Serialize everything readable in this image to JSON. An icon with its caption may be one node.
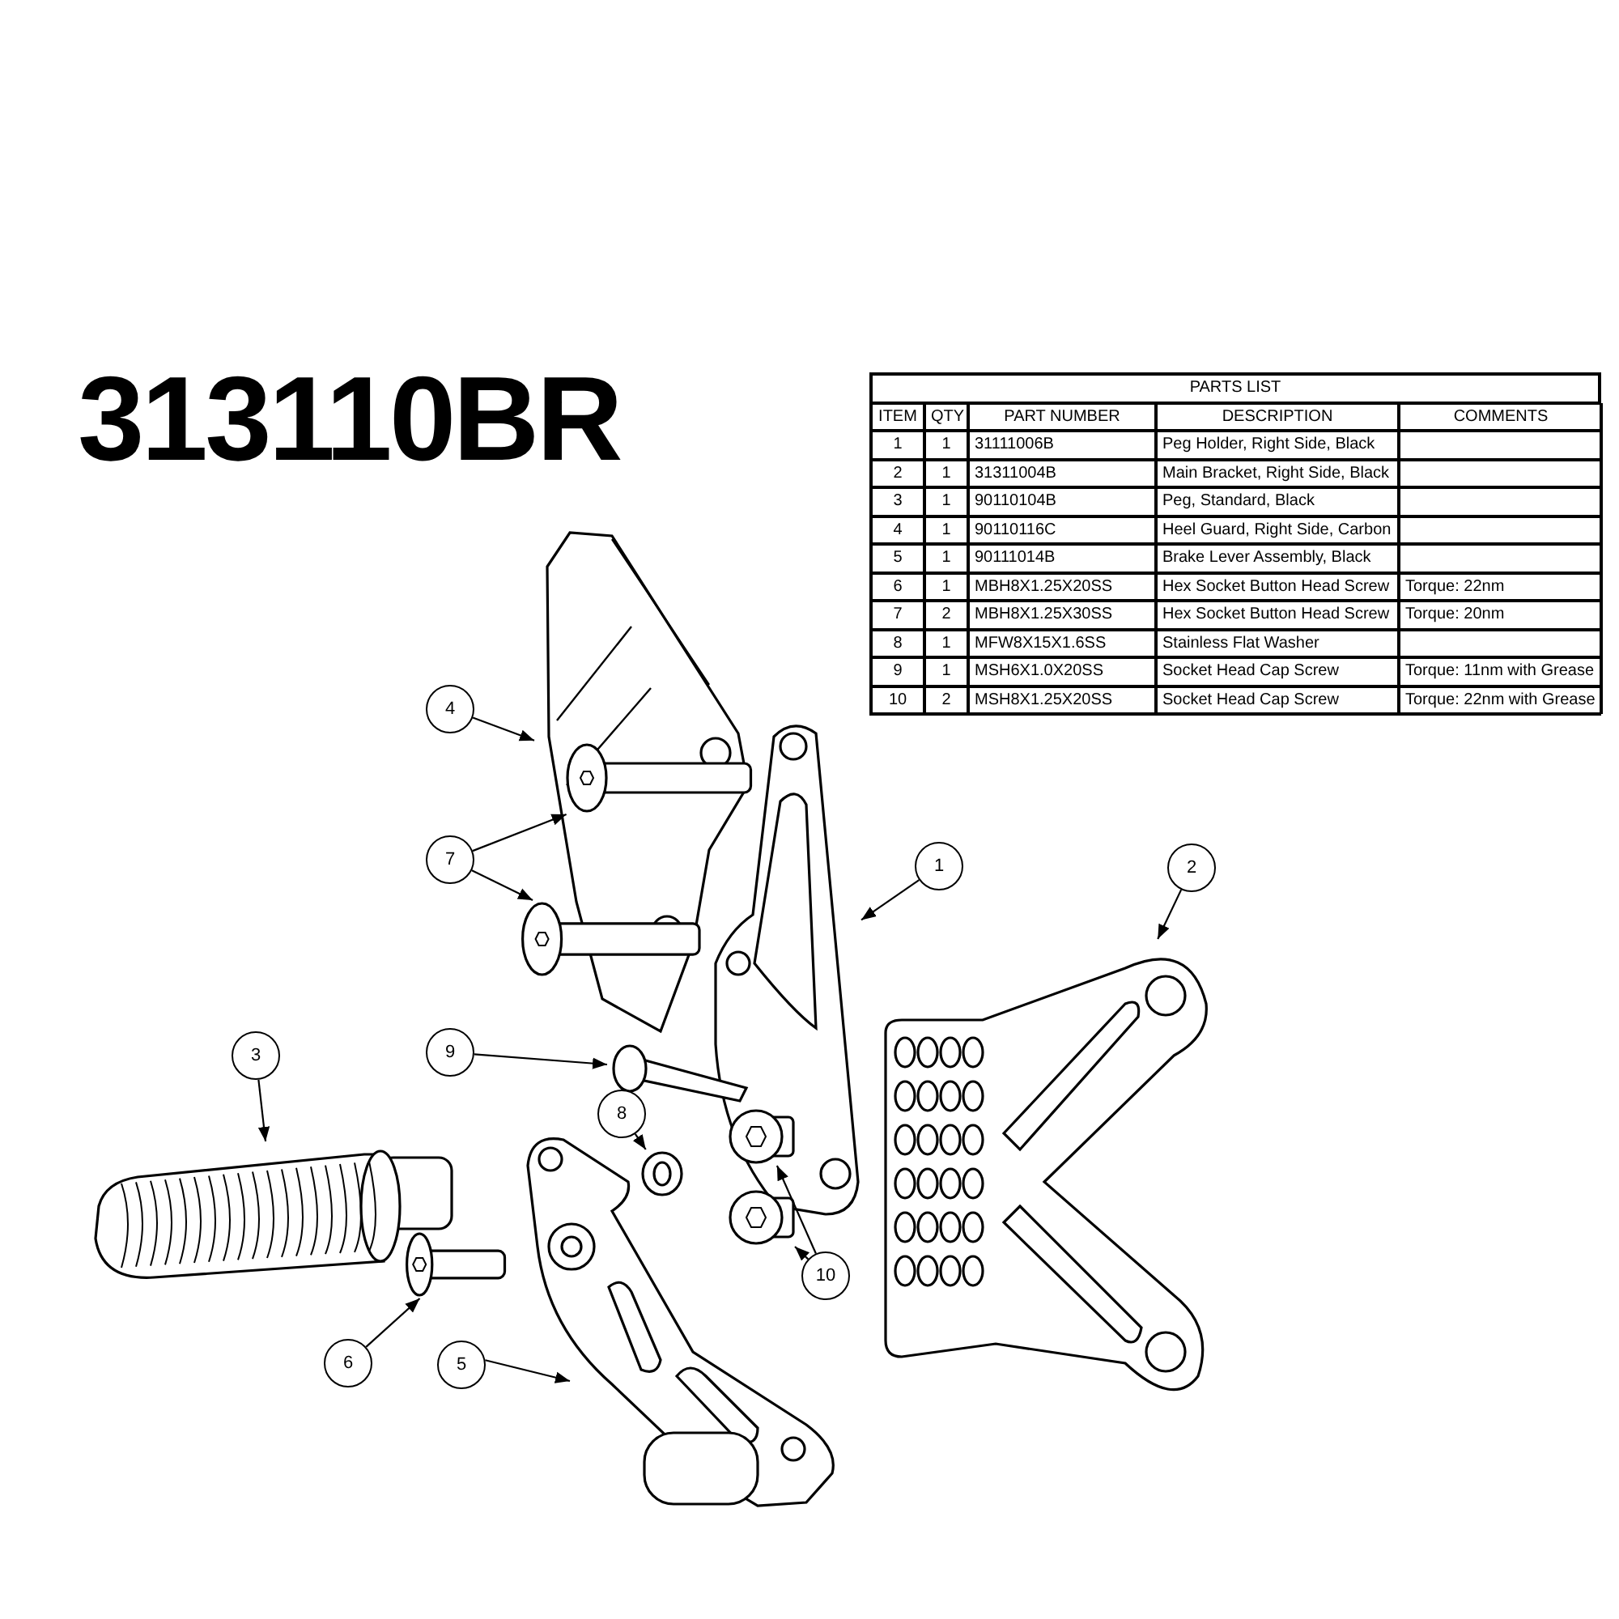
{
  "diagram": {
    "title": "313110BR",
    "nodes": [
      {
        "text": [
          "4"
        ]
      },
      {
        "text": [
          "7"
        ]
      },
      {
        "text": [
          "1"
        ]
      },
      {
        "text": [
          "2"
        ]
      },
      {
        "text": [
          "9"
        ]
      },
      {
        "text": [
          "3"
        ]
      },
      {
        "text": [
          "8"
        ]
      },
      {
        "text": [
          "10"
        ]
      },
      {
        "text": [
          "6"
        ]
      },
      {
        "text": [
          "5"
        ]
      },
      {
        "text": [],
        "shape": "picture"
      },
      {
        "text": [],
        "shape": "picture",
        "in": 10
      },
      {
        "text": [],
        "shape": "picture"
      },
      {
        "text": [],
        "shape": "picture"
      },
      {
        "text": [],
        "shape": "picture"
      },
      {
        "text": [],
        "shape": "picture"
      },
      {
        "text": [],
        "shape": "picture"
      },
      {
        "text": [],
        "shape": "picture"
      },
      {
        "text": [],
        "shape": "picture",
        "in": 13
      },
      {
        "text": [],
        "shape": "picture"
      },
      {
        "text": [],
        "shape": "picture"
      },
      {
        "text": [],
        "shape": "picture"
      }
    ],
    "edges": [
      {
        "from": 0,
        "to": 10,
        "arrow": "to"
      },
      {
        "from": 1,
        "to": 11,
        "arrow": "to"
      },
      {
        "from": 1,
        "to": 12,
        "arrow": "to"
      },
      {
        "from": 2,
        "to": 13,
        "arrow": "to"
      },
      {
        "from": 3,
        "to": 14,
        "arrow": "to"
      },
      {
        "from": 4,
        "to": 15,
        "arrow": "to"
      },
      {
        "from": 5,
        "to": 16,
        "arrow": "to"
      },
      {
        "from": 6,
        "to": 17,
        "arrow": "to"
      },
      {
        "from": 7,
        "to": 18,
        "arrow": "to"
      },
      {
        "from": 7,
        "to": 19,
        "arrow": "to"
      },
      {
        "from": 8,
        "to": 20,
        "arrow": "to"
      },
      {
        "from": 9,
        "to": 21,
        "arrow": "to"
      }
    ],
    "labels": [
      "PARTS LIST",
      "ITEM",
      "QTY",
      "PART NUMBER",
      "DESCRIPTION",
      "COMMENTS",
      "1",
      "1",
      "31111006B",
      "Peg Holder, Right Side, Black",
      "2",
      "1",
      "31311004B",
      "Main Bracket, Right Side, Black",
      "3",
      "1",
      "90110104B",
      "Peg, Standard, Black",
      "4",
      "1",
      "90110116C",
      "Heel Guard, Right Side, Carbon",
      "5",
      "1",
      "90111014B",
      "Brake Lever Assembly, Black",
      "6",
      "1",
      "MBH8X1.25X20SS",
      "Hex Socket Button Head Screw",
      "Torque: 22nm",
      "7",
      "2",
      "MBH8X1.25X30SS",
      "Hex Socket Button Head Screw",
      "Torque: 20nm",
      "8",
      "1",
      "MFW8X15X1.6SS",
      "Stainless Flat Washer",
      "9",
      "1",
      "MSH6X1.0X20SS",
      "Socket Head Cap Screw",
      "Torque: 11nm with Grease",
      "10",
      "2",
      "MSH8X1.25X20SS",
      "Socket Head Cap Screw",
      "Torque: 22nm with Grease"
    ]
  }
}
